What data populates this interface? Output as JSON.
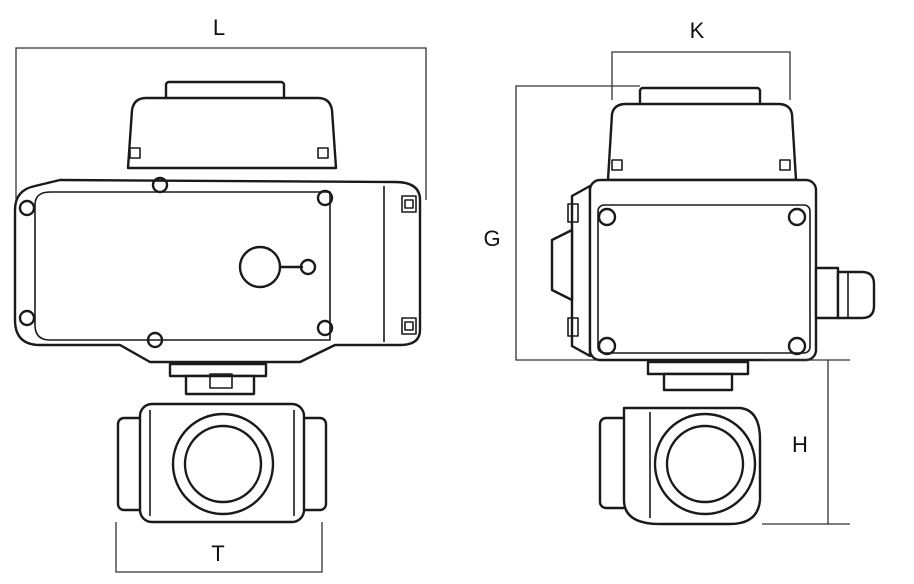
{
  "dimensions": {
    "L": "L",
    "K": "K",
    "G": "G",
    "H": "H",
    "T": "T"
  },
  "colors": {
    "line": "#1a1a1a",
    "dimension_line": "#333333",
    "background": "#ffffff"
  }
}
